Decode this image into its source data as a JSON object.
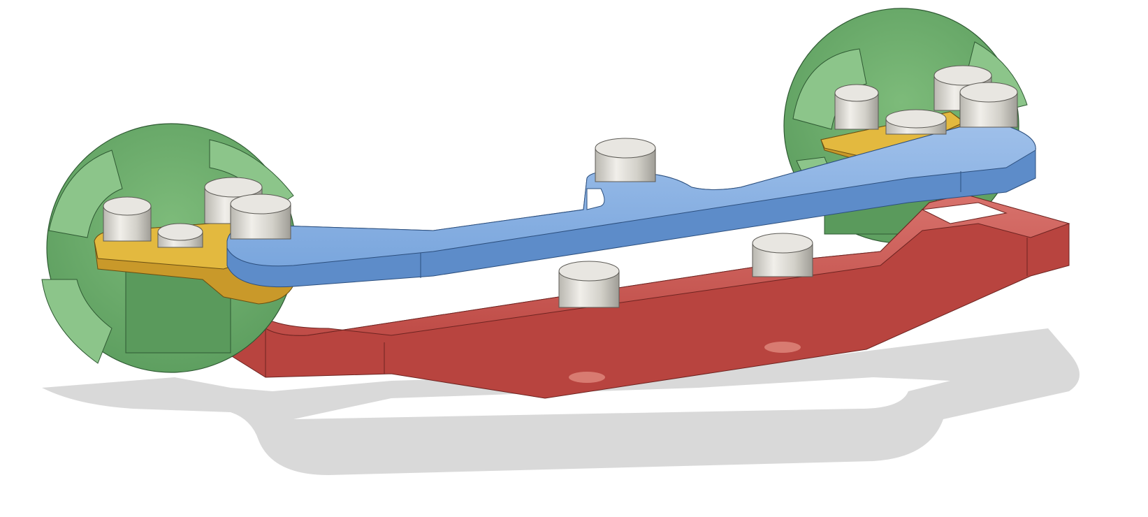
{
  "scene": {
    "background": "#ffffff",
    "colors": {
      "green_body": "#6fae6f",
      "green_dark": "#4f8c55",
      "yellow_link": "#e3b93f",
      "yellow_dark": "#c9992a",
      "blue_link": "#7aa6dd",
      "blue_dark": "#5d8cc9",
      "red_plate": "#c9544f",
      "red_dark": "#a9403c",
      "pin": "#d8d6d0",
      "pin_dark": "#a8a69f",
      "shadow": "#cfcfcf"
    },
    "parts": [
      "left-wheel",
      "right-wheel",
      "left-yellow-link",
      "right-yellow-link",
      "blue-link",
      "red-base-plate",
      "pins"
    ]
  }
}
